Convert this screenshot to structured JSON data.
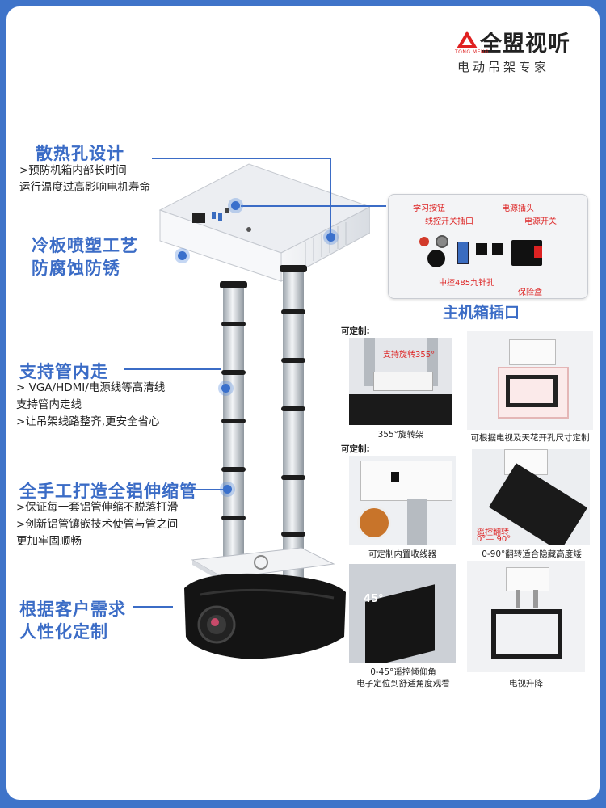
{
  "brand": {
    "logo_text": "TONG MENG",
    "name": "全盟视听",
    "tagline": "电动吊架专家"
  },
  "features": [
    {
      "title": "散热孔设计",
      "lines": [
        ">预防机箱内部长时间",
        "运行温度过高影响电机寿命"
      ]
    },
    {
      "title": "冷板喷塑工艺",
      "lines": [
        "防腐蚀防锈"
      ]
    },
    {
      "title": "支持管内走",
      "lines": [
        "> VGA/HDMI/电源线等高清线",
        "支持管内走线",
        ">让吊架线路整齐,更安全省心"
      ]
    },
    {
      "title": "全手工打造全铝伸缩管",
      "lines": [
        ">保证每一套铝管伸缩不脱落打滑",
        ">创新铝管镶嵌技术使管与管之间",
        "更加牢固顺畅"
      ]
    },
    {
      "title": "根据客户需求",
      "lines": [
        "人性化定制"
      ]
    }
  ],
  "panel": {
    "title": "主机箱插口",
    "labels": {
      "learn_button": "学习按钮",
      "wire_switch_port": "线控开关插口",
      "rs485_port": "中控485九针孔",
      "power_plug": "电源插头",
      "power_switch": "电源开关",
      "fuse_box": "保险盒"
    }
  },
  "customizable_label": "可定制:",
  "gallery": [
    {
      "caption": "355°旋转架",
      "overlay": "支持旋转355°"
    },
    {
      "caption": "可根据电视及天花开孔尺寸定制"
    },
    {
      "caption": "可定制内置收线器"
    },
    {
      "caption": "0-90°翻转适合隐藏高度矮",
      "overlay_line1": "遥控翻转",
      "overlay_line2": "0°— 90°"
    },
    {
      "caption_line1": "0-45°遥控倾仰角",
      "caption_line2": "电子定位到舒适角度观看",
      "overlay": "45°"
    },
    {
      "caption": "电视升降"
    }
  ],
  "colors": {
    "accent": "#3b6cc6",
    "frame": "#3f74c9",
    "label_red": "#d22222"
  }
}
